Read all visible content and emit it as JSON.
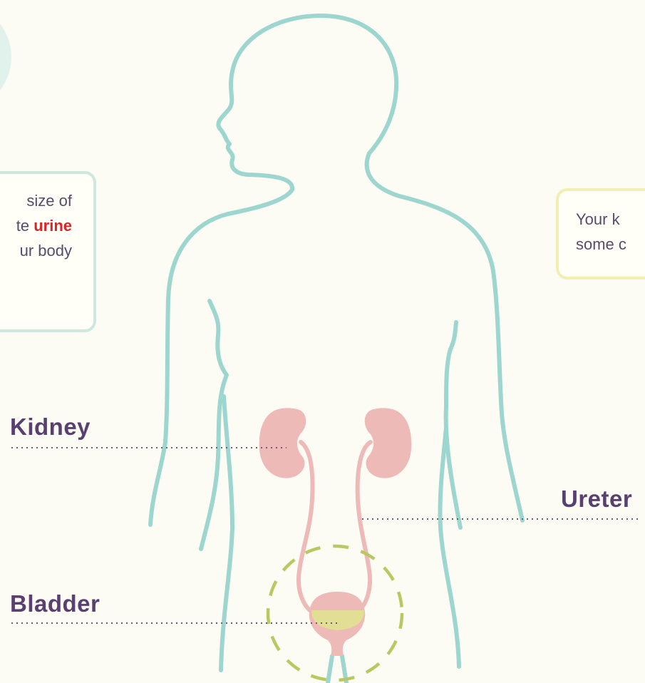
{
  "info_left": {
    "line1": "size of",
    "line2_prefix": "te ",
    "line2_highlight": "urine",
    "line3": "ur body"
  },
  "info_right": {
    "line1": "Your k",
    "line2": "some c"
  },
  "labels": {
    "kidney": "Kidney",
    "ureter": "Ureter",
    "bladder": "Bladder"
  },
  "colors": {
    "background": "#fdfcf4",
    "body_outline": "#9dd6cf",
    "organ": "#edbab7",
    "urine": "#e2df95",
    "bladder_ring": "#b9c860",
    "label_text": "#5a4070",
    "highlight": "#d7262b",
    "leader_line": "#6b5a7a"
  }
}
